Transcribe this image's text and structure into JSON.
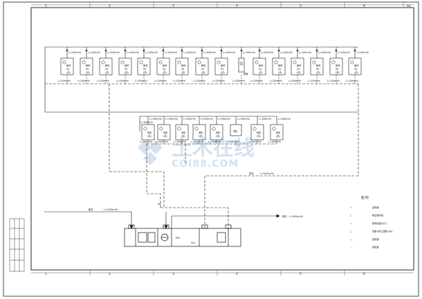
{
  "drawing": {
    "top_grid_numbers": [
      "1",
      "2",
      "3",
      "4",
      "5",
      "6"
    ],
    "bottom_grid_numbers": [
      "1",
      "2",
      "3",
      "4",
      "5",
      "6"
    ],
    "sheet_mark": "A1"
  },
  "upper_row": {
    "supply_tag": "L=200m³/h",
    "unit_tag": "新风",
    "mark_tag": "XX",
    "size_tag": "(详)",
    "return_tag": "L=200m³/h",
    "special_label": "屋面"
  },
  "middle_row": {
    "supply_tag": "L=300m³/h",
    "unit_tag": "风机",
    "size_tag": "(详)",
    "return_tag": "L=300m³/h",
    "left_tag": "L=300m³/h",
    "plain_box_label": "风机"
  },
  "plant": {
    "left_inlet_label": "新风",
    "left_inlet_flow": "L=5000m³/h",
    "right_outlet_label": "排风",
    "right_outlet_flow": "L=5000m³/h",
    "mid_label": "排风",
    "mid_flow": "L=5000m³/h",
    "unit_text_a": "ERC",
    "unit_text_b": "FA-1",
    "top_flow_tag": "RA"
  },
  "legend": {
    "title": "图 例",
    "items": [
      {
        "symbol": "→",
        "label": "送风管"
      },
      {
        "symbol": "┇",
        "label": "电动调节阀"
      },
      {
        "symbol": "▭",
        "label": "新风机组(大于)"
      },
      {
        "symbol": "⊥",
        "label": "风管与风口连接  (Pa)"
      },
      {
        "symbol": "—",
        "label": "送风管"
      },
      {
        "symbol": "- -",
        "label": "回风管"
      }
    ]
  },
  "watermark": {
    "brand": "土木在线",
    "url": "COI88.COM"
  }
}
